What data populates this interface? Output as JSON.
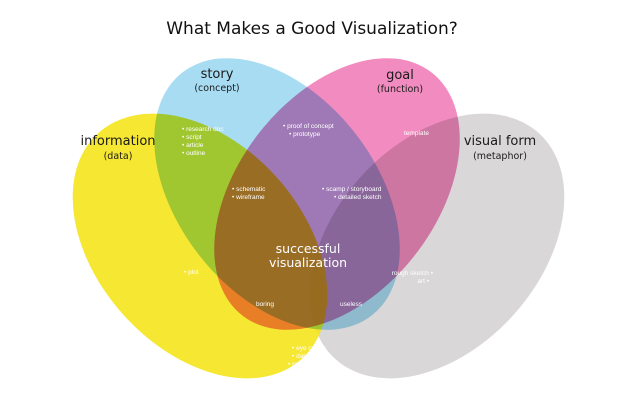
{
  "title": "What Makes a Good Visualization?",
  "colors": {
    "information": "#f4e41c",
    "story": "#8fd2ee",
    "goal": "#ee6cae",
    "visual_form": "#d5d3d3",
    "text_dark": "#1a1a1a",
    "text_light": "#ffffff"
  },
  "sets": {
    "information": {
      "name": "information",
      "sub": "(data)"
    },
    "story": {
      "name": "story",
      "sub": "(concept)"
    },
    "goal": {
      "name": "goal",
      "sub": "(function)"
    },
    "visual_form": {
      "name": "visual form",
      "sub": "(metaphor)"
    }
  },
  "regions": {
    "info_story": [
      "• research doc",
      "• script",
      "• article",
      "• outline"
    ],
    "story_goal": [
      "• proof of concept",
      "• prototype"
    ],
    "goal_visual": [
      "template"
    ],
    "info_story_goal": [
      "• schematic",
      "• wireframe"
    ],
    "story_goal_visual": [
      "• scamp / storyboard",
      "• detailed sketch"
    ],
    "information_only": [
      "• plot"
    ],
    "visual_goal_low": [
      "rough sketch •",
      "art •"
    ],
    "boring": "boring",
    "useless": "useless",
    "info_visual": [
      "• eye candy",
      "• data art",
      "• pure data vis"
    ]
  },
  "center": [
    "successful",
    "visualization"
  ]
}
